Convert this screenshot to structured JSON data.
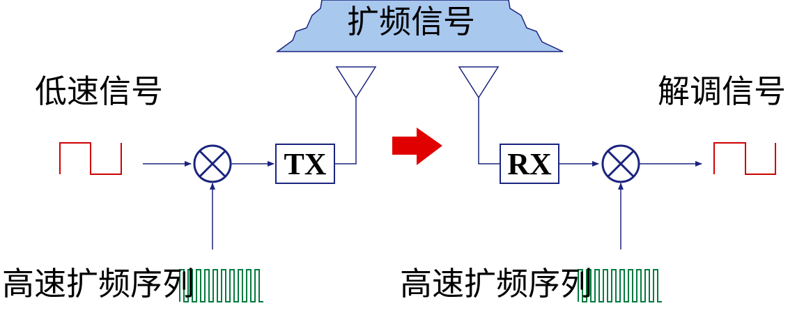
{
  "labels": {
    "low_rate": "低速信号",
    "spread_signal": "扩频信号",
    "demod_signal": "解调信号",
    "seq_left": "高速扩频序列",
    "seq_right": "高速扩频序列"
  },
  "blocks": {
    "tx": "TX",
    "rx": "RX"
  },
  "colors": {
    "line": "#1a237e",
    "square_wave": "#cc0000",
    "cloud": "#a9c8ee",
    "arrow": "#e00000",
    "chip_sequence": "#007a3d"
  }
}
